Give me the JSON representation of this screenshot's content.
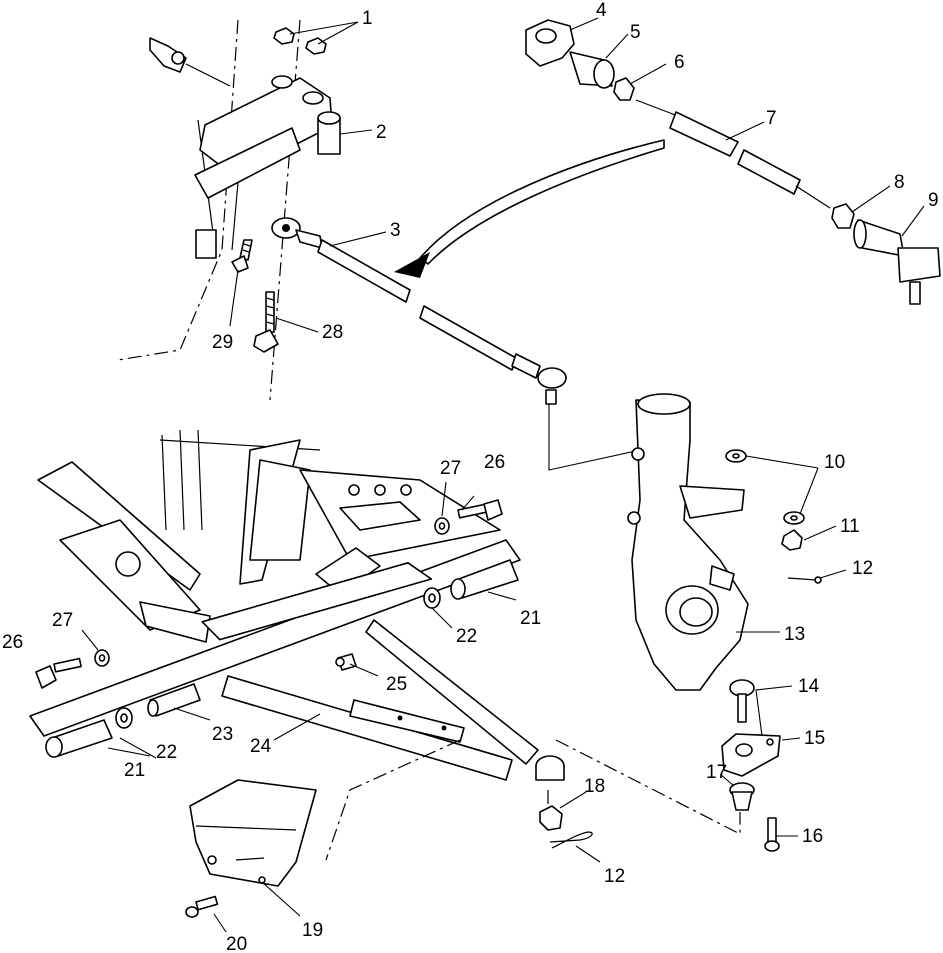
{
  "diagram": {
    "callouts": [
      {
        "id": "c1",
        "text": "1"
      },
      {
        "id": "c2",
        "text": "2"
      },
      {
        "id": "c3",
        "text": "3"
      },
      {
        "id": "c4",
        "text": "4"
      },
      {
        "id": "c5",
        "text": "5"
      },
      {
        "id": "c6",
        "text": "6"
      },
      {
        "id": "c7",
        "text": "7"
      },
      {
        "id": "c8",
        "text": "8"
      },
      {
        "id": "c9",
        "text": "9"
      },
      {
        "id": "c10",
        "text": "10"
      },
      {
        "id": "c11",
        "text": "11"
      },
      {
        "id": "c12a",
        "text": "12"
      },
      {
        "id": "c12b",
        "text": "12"
      },
      {
        "id": "c13",
        "text": "13"
      },
      {
        "id": "c14",
        "text": "14"
      },
      {
        "id": "c15",
        "text": "15"
      },
      {
        "id": "c16",
        "text": "16"
      },
      {
        "id": "c17",
        "text": "17"
      },
      {
        "id": "c18",
        "text": "18"
      },
      {
        "id": "c19",
        "text": "19"
      },
      {
        "id": "c20",
        "text": "20"
      },
      {
        "id": "c21a",
        "text": "21"
      },
      {
        "id": "c21b",
        "text": "21"
      },
      {
        "id": "c22a",
        "text": "22"
      },
      {
        "id": "c22b",
        "text": "22"
      },
      {
        "id": "c23",
        "text": "23"
      },
      {
        "id": "c24",
        "text": "24"
      },
      {
        "id": "c25",
        "text": "25"
      },
      {
        "id": "c26a",
        "text": "26"
      },
      {
        "id": "c26b",
        "text": "26"
      },
      {
        "id": "c27a",
        "text": "27"
      },
      {
        "id": "c27b",
        "text": "27"
      },
      {
        "id": "c28",
        "text": "28"
      },
      {
        "id": "c29",
        "text": "29"
      }
    ]
  }
}
